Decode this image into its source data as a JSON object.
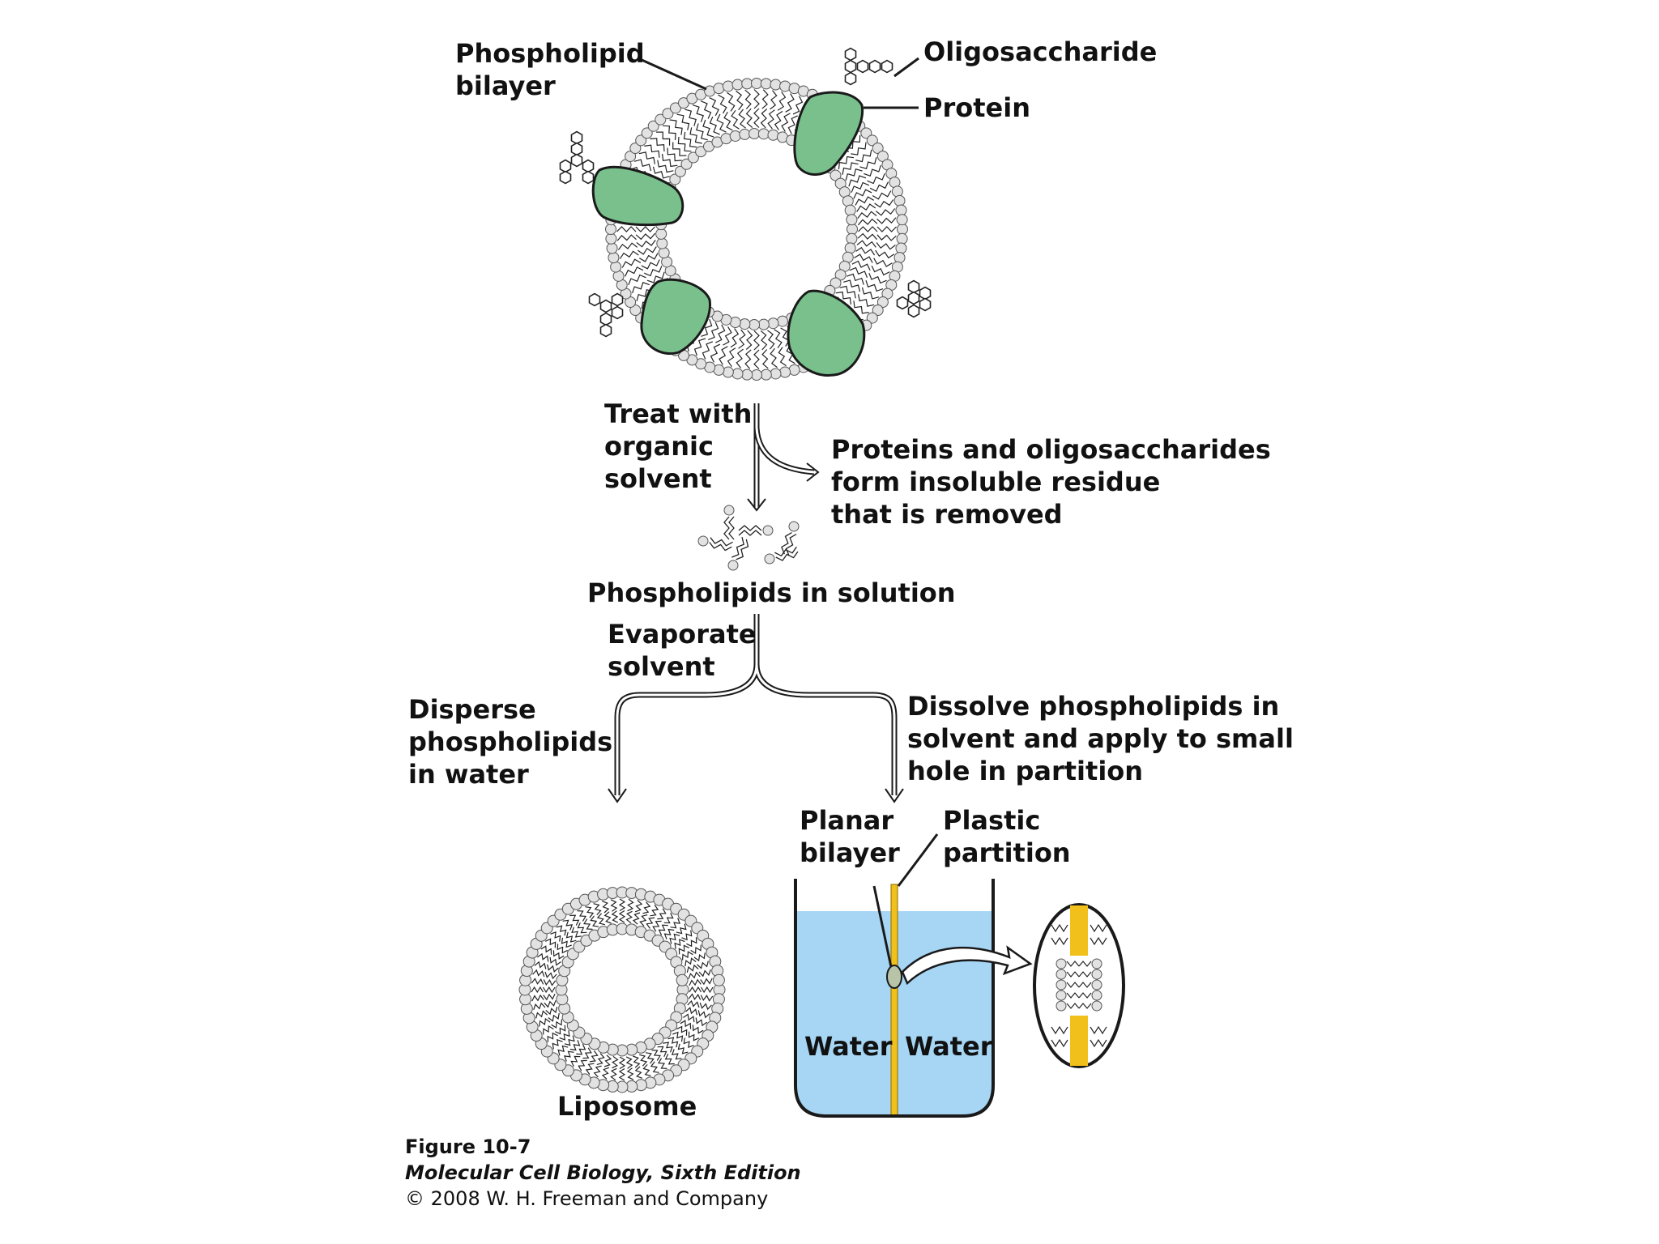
{
  "labels": {
    "phospholipid_bilayer": [
      "Phospholipid",
      "bilayer"
    ],
    "oligosaccharide": "Oligosaccharide",
    "protein": "Protein",
    "treat_with_organic_solvent": [
      "Treat with",
      "organic",
      "solvent"
    ],
    "proteins_residue": [
      "Proteins and oligosaccharides",
      "form insoluble residue",
      "that is removed"
    ],
    "phospholipids_in_solution": "Phospholipids in solution",
    "evaporate_solvent": [
      "Evaporate",
      "solvent"
    ],
    "disperse_phospholipids": [
      "Disperse",
      "phospholipids",
      "in water"
    ],
    "dissolve_phospholipids": [
      "Dissolve phospholipids in",
      "solvent and apply to small",
      "hole in partition"
    ],
    "planar_bilayer": [
      "Planar",
      "bilayer"
    ],
    "plastic_partition": [
      "Plastic",
      "partition"
    ],
    "water_left": "Water",
    "water_right": "Water",
    "liposome": "Liposome"
  },
  "caption": {
    "figure": "Figure 10-7",
    "book": "Molecular Cell Biology, Sixth Edition",
    "copyright": "© 2008 W. H. Freeman and Company"
  },
  "colors": {
    "protein_fill": "#79c08d",
    "water_fill": "#a6d6f4",
    "partition_fill": "#f2c01a",
    "head_fill": "#e2e2e2",
    "line": "#1a1a1a"
  }
}
